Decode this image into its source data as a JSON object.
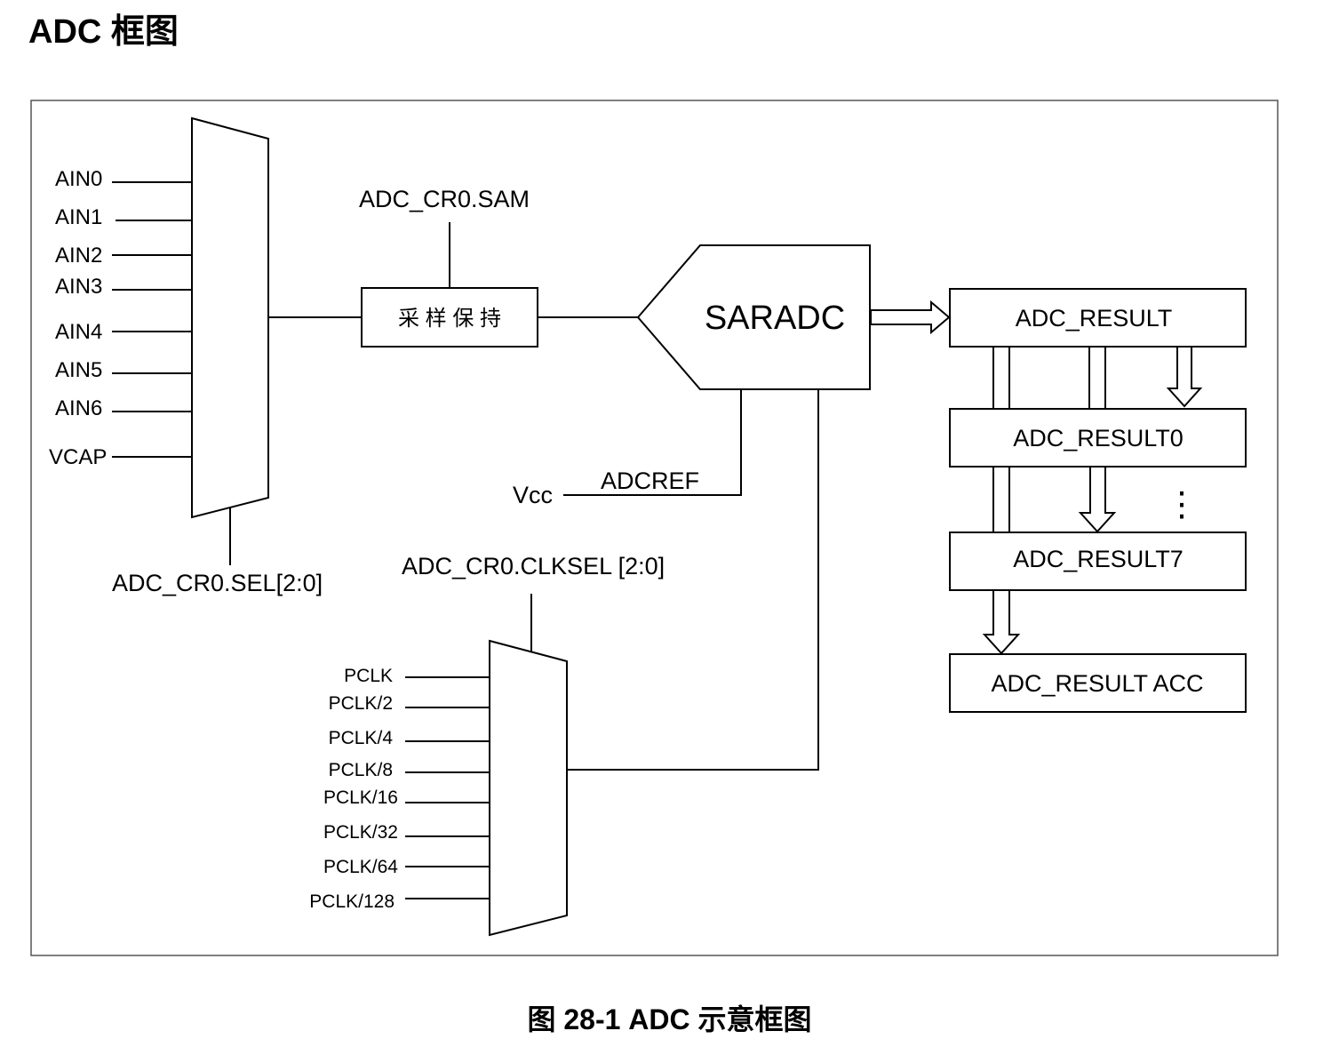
{
  "title": "ADC 框图",
  "caption": "图 28-1 ADC 示意框图",
  "colors": {
    "line": "#000000",
    "background": "#ffffff"
  },
  "input_mux": {
    "inputs": [
      "AIN0",
      "AIN1",
      "AIN2",
      "AIN3",
      "AIN4",
      "AIN5",
      "AIN6",
      "VCAP"
    ],
    "select_label": "ADC_CR0.SEL[2:0]"
  },
  "sample_hold": {
    "control_label": "ADC_CR0.SAM",
    "label": "采 样 保 持"
  },
  "saradc": {
    "label": "SARADC"
  },
  "reference": {
    "supply_label": "Vcc",
    "ref_label": "ADCREF"
  },
  "clock_mux": {
    "select_label": "ADC_CR0.CLKSEL [2:0]",
    "inputs": [
      "PCLK",
      "PCLK/2",
      "PCLK/4",
      "PCLK/8",
      "PCLK/16",
      "PCLK/32",
      "PCLK/64",
      "PCLK/128"
    ]
  },
  "results": {
    "main": "ADC_RESULT",
    "first": "ADC_RESULT0",
    "ellipsis": "⋮",
    "last": "ADC_RESULT7",
    "acc": "ADC_RESULT ACC"
  }
}
